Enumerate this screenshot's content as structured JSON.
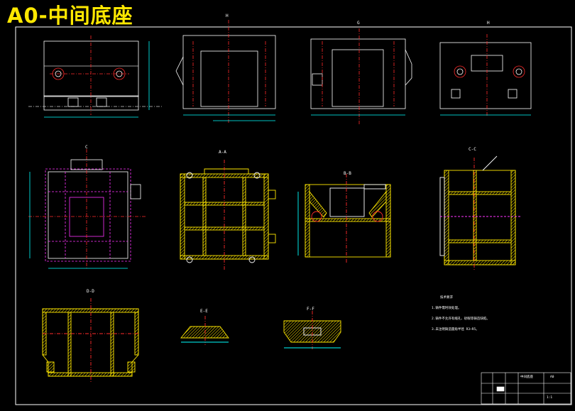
{
  "title": "A0-中间底座",
  "views": {
    "top_1": "",
    "top_2": "H",
    "top_3": "G",
    "top_4": "H",
    "mid_1": "C",
    "mid_2": "A-A",
    "mid_3": "B-B",
    "mid_4": "C-C",
    "bot_1": "D-D",
    "bot_2": "E-E",
    "bot_3": "F-F"
  },
  "notes": {
    "heading": "技术要求",
    "n1": "1.铸件需时效处理。",
    "n2": "2.铸件不允许有缩孔、砂眼等铸造缺陷。",
    "n3": "3.未注明铸造圆角半径 R3~R5。"
  },
  "title_block": {
    "name": "中间底座",
    "code": "A0",
    "scale": "1:1"
  },
  "colors": {
    "background": "#000000",
    "title": "#ffe800",
    "outline": "#ffffff",
    "section": "#ffe800",
    "center": "#ff2a2a",
    "dimension": "#00ffff",
    "hidden": "#ff33ff"
  }
}
